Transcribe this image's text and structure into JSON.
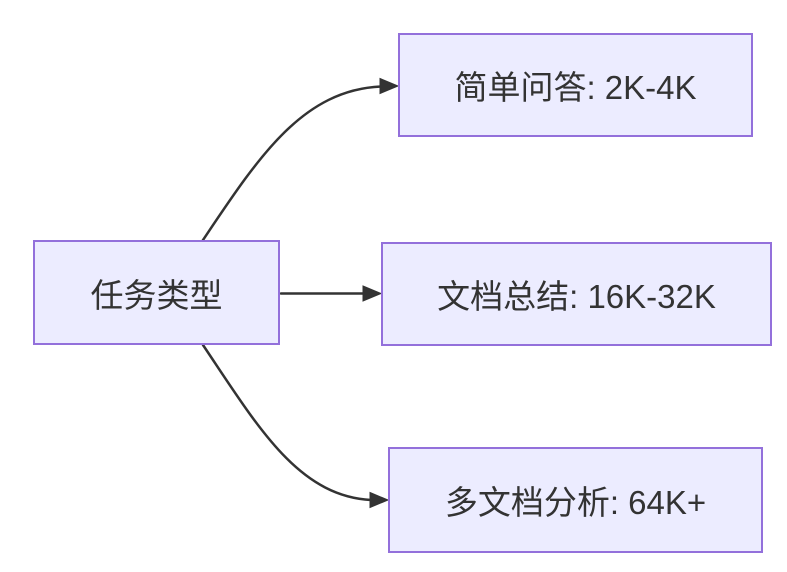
{
  "diagram": {
    "type": "flowchart",
    "direction": "left-to-right",
    "colors": {
      "background": "#FFFFFF",
      "node_fill": "#ECECFF",
      "node_border": "#9370DB",
      "edge": "#333333",
      "text": "#333333"
    }
  },
  "nodes": [
    {
      "id": "root",
      "label": "任务类型"
    },
    {
      "id": "qa",
      "label": "简单问答: 2K-4K"
    },
    {
      "id": "summary",
      "label": "文档总结: 16K-32K"
    },
    {
      "id": "multi",
      "label": "多文档分析: 64K+"
    }
  ],
  "edges": [
    {
      "from": "任务类型",
      "to": "简单问答: 2K-4K",
      "style": "curved",
      "arrow": "filled-triangle"
    },
    {
      "from": "任务类型",
      "to": "文档总结: 16K-32K",
      "style": "straight",
      "arrow": "filled-triangle"
    },
    {
      "from": "任务类型",
      "to": "多文档分析: 64K+",
      "style": "curved",
      "arrow": "filled-triangle"
    }
  ]
}
